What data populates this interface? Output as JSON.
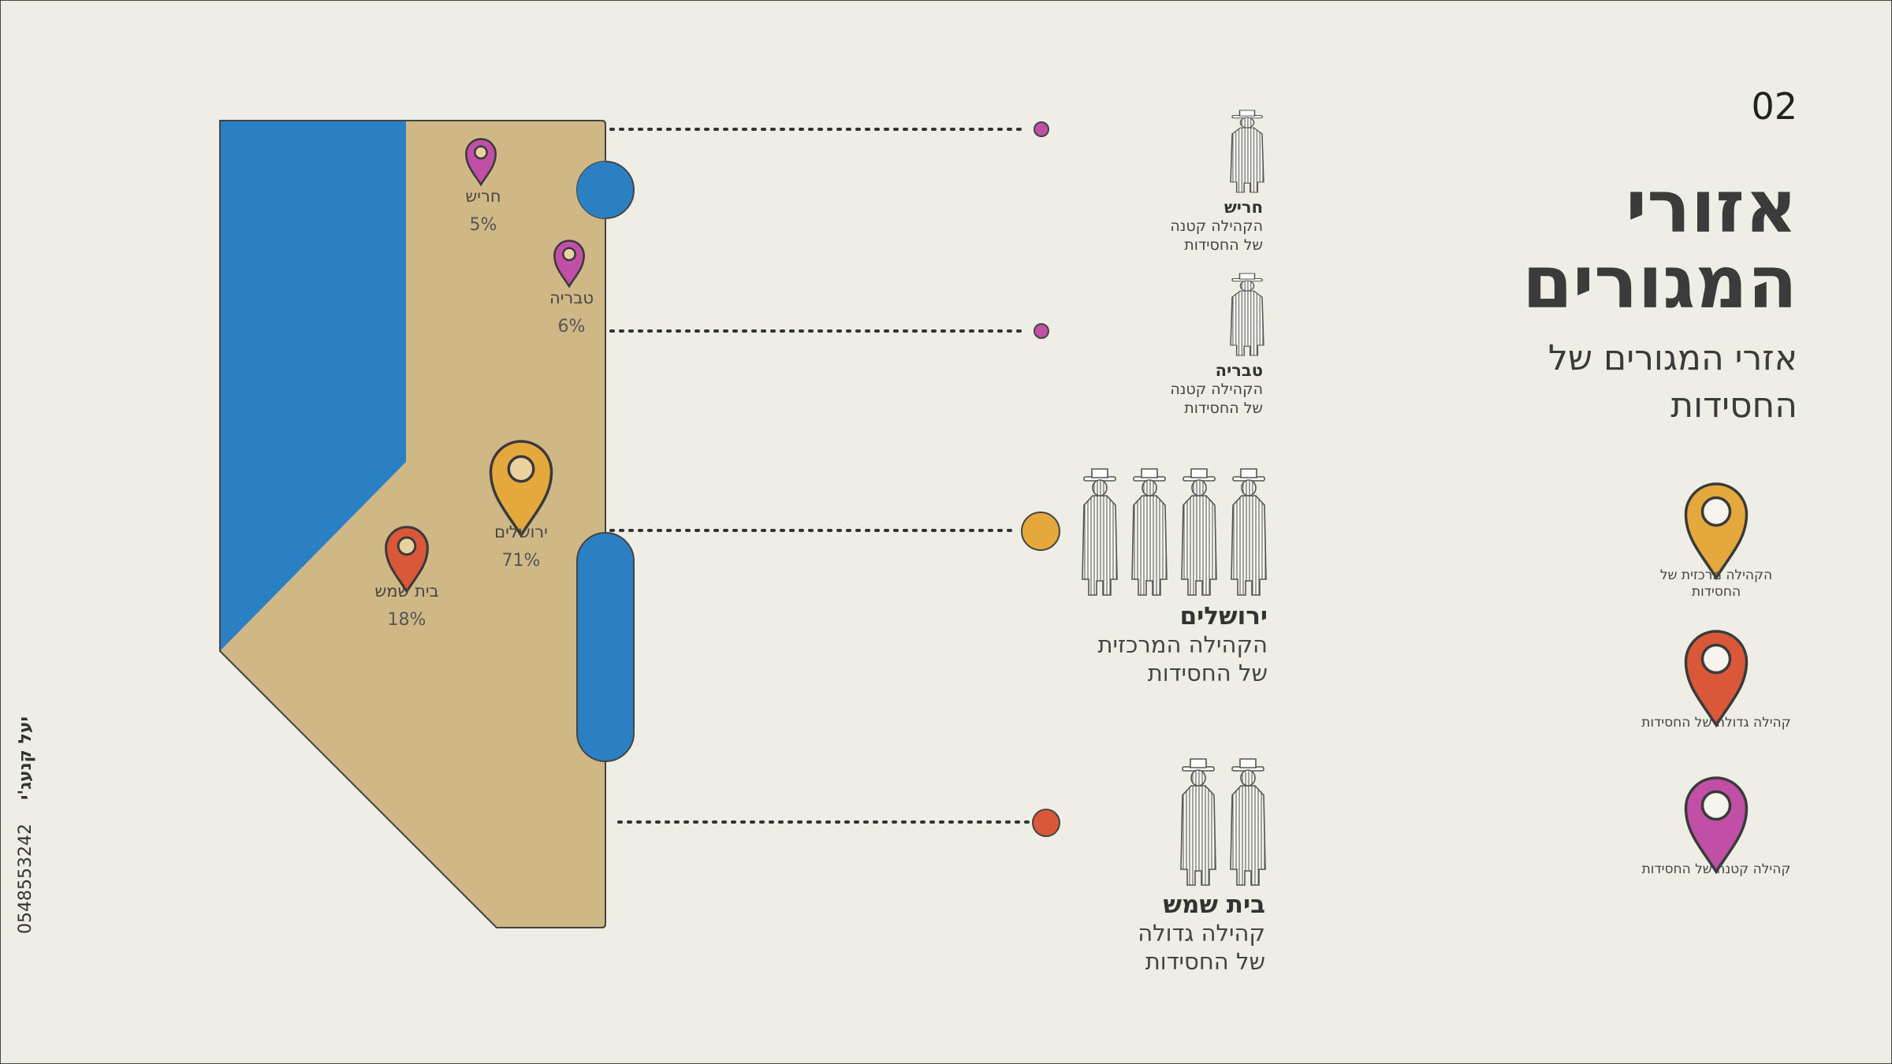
{
  "slide_number": "02",
  "title": "אזורי המגורים",
  "subtitle": "אזרי המגורים של החסידות",
  "legend": [
    {
      "label": "הקהילה מרכזית של החסידות",
      "color": "#e5a83c",
      "icon": "map-pin-icon"
    },
    {
      "label": "קהילה גדולה של החסידות",
      "color": "#d9583a",
      "icon": "map-pin-icon"
    },
    {
      "label": "קהילה קטנה של החסידות",
      "color": "#c24fa6",
      "icon": "map-pin-icon"
    }
  ],
  "map_pins": [
    {
      "name": "חריש",
      "percent": "5%",
      "color": "#c24fa6"
    },
    {
      "name": "טבריה",
      "percent": "6%",
      "color": "#c24fa6"
    },
    {
      "name": "ירושלים",
      "percent": "71%",
      "color": "#e5a83c"
    },
    {
      "name": "בית שמש",
      "percent": "18%",
      "color": "#d9583a"
    }
  ],
  "cities": [
    {
      "name": "חריש",
      "line1": "הקהילה קטנה",
      "line2": "של החסידות",
      "figures": 1
    },
    {
      "name": "טבריה",
      "line1": "הקהילה קטנה",
      "line2": "של החסידות",
      "figures": 1
    },
    {
      "name": "ירושלים",
      "line1": "הקהילה המרכזית",
      "line2": "של החסידות",
      "figures": 4
    },
    {
      "name": "בית שמש",
      "line1": "קהילה גדולה",
      "line2": "של החסידות",
      "figures": 2
    }
  ],
  "author": {
    "name": "יעל קנעג'י",
    "phone": "0548553242"
  },
  "colors": {
    "background": "#efeee4",
    "land": "#d0b886",
    "water": "#2b80c3",
    "text": "#3b3b3b"
  }
}
